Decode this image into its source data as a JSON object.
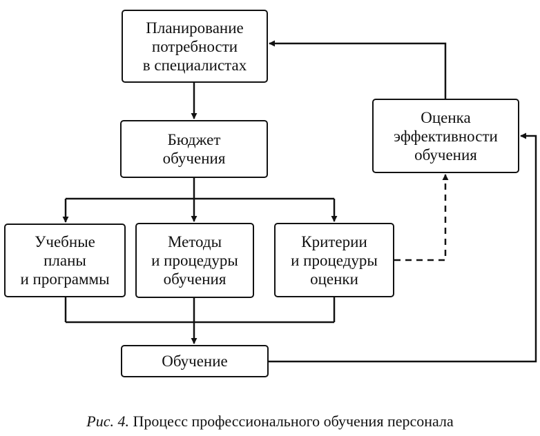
{
  "nodes": {
    "planning": "Планирование\nпотребности\nв специалистах",
    "budget": "Бюджет\nобучения",
    "plans": "Учебные\nпланы\nи программы",
    "methods": "Методы\nи процедуры\nобучения",
    "criteria": "Критерии\nи процедуры\nоценки",
    "evaluation": "Оценка\nэффективности\nобучения",
    "training": "Обучение"
  },
  "edges": [
    {
      "from": "planning",
      "to": "budget",
      "style": "solid"
    },
    {
      "from": "budget",
      "to": "plans",
      "style": "solid"
    },
    {
      "from": "budget",
      "to": "methods",
      "style": "solid"
    },
    {
      "from": "budget",
      "to": "criteria",
      "style": "solid"
    },
    {
      "from": "plans",
      "to": "training",
      "style": "solid"
    },
    {
      "from": "methods",
      "to": "training",
      "style": "solid"
    },
    {
      "from": "criteria",
      "to": "training",
      "style": "solid"
    },
    {
      "from": "training",
      "to": "evaluation",
      "style": "solid"
    },
    {
      "from": "criteria",
      "to": "evaluation",
      "style": "dashed"
    },
    {
      "from": "evaluation",
      "to": "planning",
      "style": "solid"
    }
  ],
  "caption": {
    "label": "Рис. 4.",
    "text": " Процесс профессионального обучения персонала"
  }
}
